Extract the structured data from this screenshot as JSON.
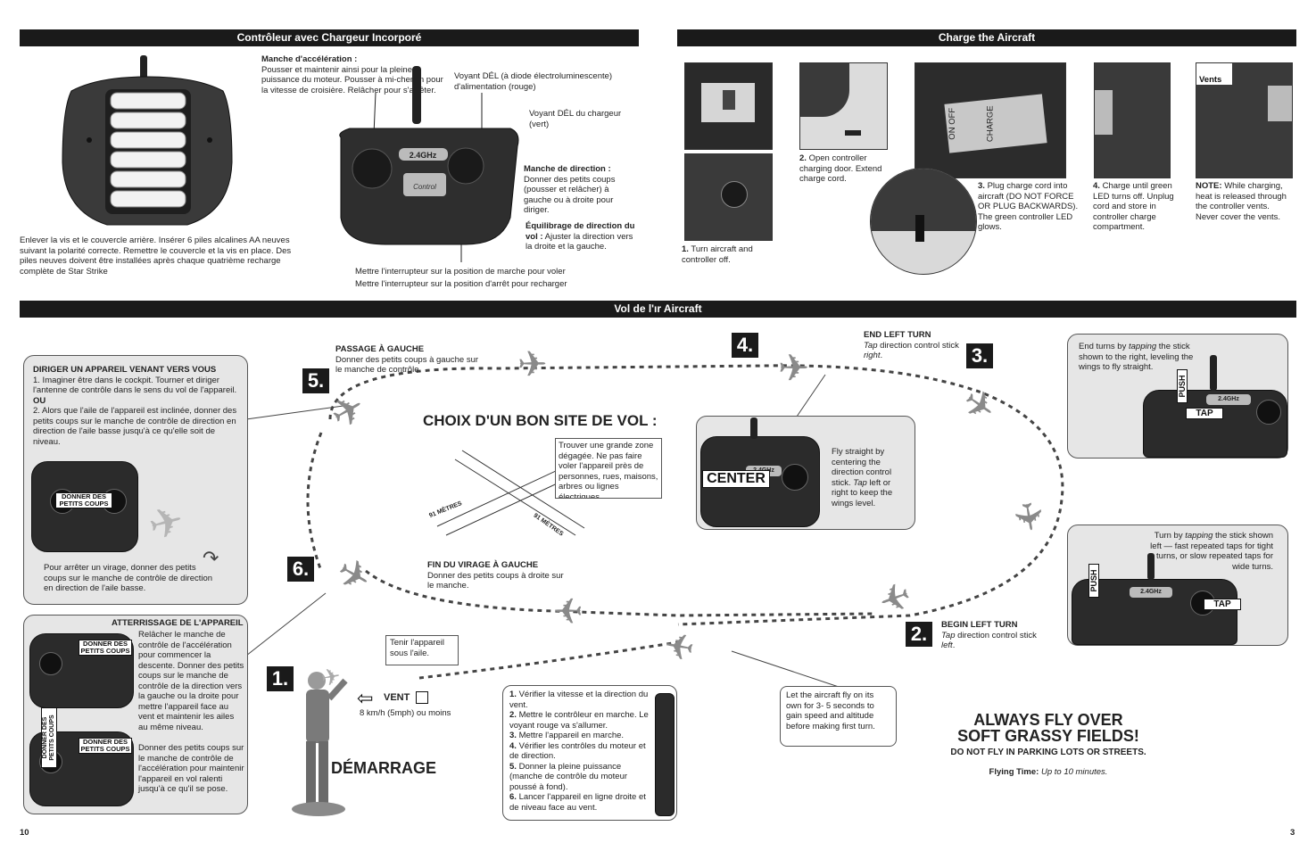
{
  "left_page": {
    "header": "Contrôleur avec Chargeur Incorporé",
    "throttle": {
      "title": "Manche d'accélération :",
      "text": "Pousser et maintenir ainsi pour la pleine puissance du moteur. Pousser à mi-chemin pour la vitesse de croisière. Relâcher pour s'arrêter."
    },
    "power_led": "Voyant DÉL (à diode électroluminescente) d'alimentation (rouge)",
    "charger_led": "Voyant DÉL du chargeur (vert)",
    "steering": {
      "title": "Manche de direction :",
      "text": "Donner des petits coups (pousser et relâcher) à gauche ou à droite pour diriger."
    },
    "trim": {
      "title": "Équilibrage de direction du vol :",
      "text": "Ajuster la direction vers la droite et la gauche."
    },
    "battery_text": "Enlever la vis et le couvercle arrière. Insérer 6 piles alcalines AA neuves suivant la polarité correcte. Remettre le couvercle et la vis en place. Des piles neuves doivent être installées après chaque quatrième recharge complète de Star Strike",
    "switch_on": "Mettre l'interrupteur sur la position de marche pour voler",
    "switch_off": "Mettre l'interrupteur sur la position d'arrêt pour recharger",
    "page_number": "10"
  },
  "right_page": {
    "header": "Charge the Aircraft",
    "steps": [
      {
        "num": "1.",
        "text": "Turn aircraft and controller off."
      },
      {
        "num": "2.",
        "text": "Open controller charging door. Extend charge cord."
      },
      {
        "num": "3.",
        "text": "Plug charge cord into aircraft (DO NOT FORCE OR PLUG BACKWARDS). The green controller LED glows."
      },
      {
        "num": "4.",
        "text": "Charge until green LED turns off. Unplug cord and store in controller charge compartment."
      }
    ],
    "note_title": "NOTE:",
    "note_text": "While charging, heat is released through the controller vents. Never cover the vents.",
    "vents_label": "Vents",
    "switch_on_label": "ON OFF",
    "switch_charge_label": "CHARGE",
    "page_number": "3"
  },
  "flight": {
    "header": "Vol de l'ır Aircraft",
    "site_title": "CHOIX D'UN BON SITE DE VOL :",
    "site_text": "Trouver une grande zone dégagée. Ne pas faire voler l'appareil près de personnes, rues, maisons, arbres ou lignes électriques.",
    "distance_a": "91 MÈTRES",
    "distance_b": "91 MÈTRES",
    "step1_num": "1.",
    "step2_num": "2.",
    "step3_num": "3.",
    "step4_num": "4.",
    "step5_num": "5.",
    "step6_num": "6.",
    "oncoming": {
      "title": "DIRIGER UN APPAREIL VENANT VERS VOUS",
      "p1": "1. Imaginer être dans le cockpit. Tourner et diriger l'antenne de contrôle dans le sens du vol de l'appareil.",
      "ou": "OU",
      "p2": "2. Alors que l'aile de l'appareil est inclinée, donner des petits coups sur le manche de contrôle de direction en direction de l'aile basse jusqu'à ce qu'elle soit de niveau.",
      "tap_label": "DONNER DES PETITS COUPS",
      "stop_text": "Pour arrêter un virage, donner des petits coups sur le manche de contrôle de direction en direction de l'aile basse."
    },
    "landing": {
      "title": "ATTERRISSAGE DE L'APPAREIL",
      "p1": "Relâcher le manche de contrôle de l'accélération pour commencer la descente. Donner des petits coups sur le manche de contrôle de la direction vers la gauche ou la droite pour mettre l'appareil face au vent et maintenir les ailes au même niveau.",
      "p2": "Donner des petits coups sur le manche de contrôle de l'accélération pour maintenir l'appareil en vol ralenti jusqu'à ce qu'il se pose.",
      "tap_label_1": "DONNER DES PETITS COUPS",
      "tap_label_2": "DONNER DES PETITS COUPS",
      "tap_label_side": "DONNER DES PETITS COUPS"
    },
    "pass_left": {
      "title": "PASSAGE À GAUCHE",
      "text": "Donner des petits coups à gauche sur le manche de contrôle."
    },
    "end_left": {
      "title": "FIN DU VIRAGE À GAUCHE",
      "text": "Donner des petits coups à droite sur le manche."
    },
    "end_left_turn": {
      "title": "END LEFT TURN",
      "pre": "Tap",
      "mid": " direction control stick ",
      "post": "right",
      "end": "."
    },
    "begin_left_turn": {
      "title": "BEGIN LEFT TURN",
      "pre": "Tap",
      "mid": " direction control stick ",
      "post": "left",
      "end": "."
    },
    "fly_straight": {
      "pre": "Fly straight by centering the direction control stick. ",
      "tap": "Tap",
      "post": " left or right to keep the wings level."
    },
    "center_label": "CENTER",
    "end_turns": {
      "pre": "End turns by ",
      "tap": "tapping",
      "post": " the stick shown to the right, leveling the wings to fly straight."
    },
    "turn_by": {
      "pre": "Turn by ",
      "tap": "tapping",
      "post": " the stick shown left — fast repeated taps for tight turns, or slow repeated taps for wide turns."
    },
    "push_label": "PUSH",
    "tap_label": "TAP",
    "hold_text": "Tenir l'appareil sous l'aile.",
    "vent_label": "VENT",
    "wind_speed": "8 km/h (5mph) ou moins",
    "startup_title": "DÉMARRAGE",
    "startup_steps": [
      {
        "n": "1.",
        "t": "Vérifier la vitesse et la direction du vent."
      },
      {
        "n": "2.",
        "t": "Mettre le contrôleur en marche. Le voyant rouge va s'allumer."
      },
      {
        "n": "3.",
        "t": "Mettre l'appareil en marche."
      },
      {
        "n": "4.",
        "t": "Vérifier les contrôles du moteur et de direction."
      },
      {
        "n": "5.",
        "t": "Donner la pleine puissance (manche de contrôle du moteur poussé à fond)."
      },
      {
        "n": "6.",
        "t": "Lancer l'appareil en ligne droite et de niveau face au vent."
      }
    ],
    "let_fly": "Let the aircraft fly on its own for 3- 5 seconds to gain speed and altitude before making first turn.",
    "always_fly_1": "ALWAYS FLY OVER",
    "always_fly_2": "SOFT GRASSY FIELDS!",
    "no_fly": "DO NOT FLY IN PARKING LOTS OR STREETS.",
    "flying_time_label": "Flying Time:",
    "flying_time_value": "Up to 10 minutes.",
    "controller_badge": "2.4GHz",
    "controller_brand": "Control"
  },
  "colors": {
    "bar": "#1a1a1a",
    "panel": "#e6e6e6",
    "controller": "#2b2b2b"
  }
}
